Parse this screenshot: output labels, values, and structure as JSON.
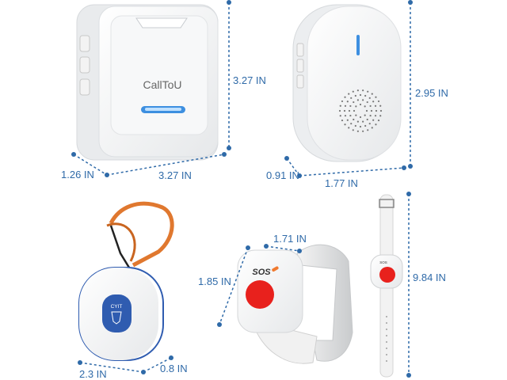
{
  "products": {
    "receiver_square": {
      "brand_logo": "CallToU",
      "height_label": "3.27 IN",
      "width_label": "3.27 IN",
      "depth_label": "1.26 IN"
    },
    "receiver_oval": {
      "height_label": "2.95 IN",
      "width_label": "1.77 IN",
      "depth_label": "0.91 IN"
    },
    "pendant_button": {
      "button_text": "CYIT",
      "width_label": "2.3 IN",
      "depth_label": "0.8 IN"
    },
    "wrist_button": {
      "sos_text": "SOS",
      "width_label": "1.71 IN",
      "height_label": "1.85 IN"
    },
    "wrist_band": {
      "sos_text": "SOS",
      "length_label": "9.84 IN"
    }
  },
  "colors": {
    "dimension": "#2f6aa8",
    "led_blue": "#3d8fe0",
    "sos_red": "#e8211d",
    "pendant_blue": "#2f5cb0",
    "lanyard_orange": "#e0782f"
  }
}
